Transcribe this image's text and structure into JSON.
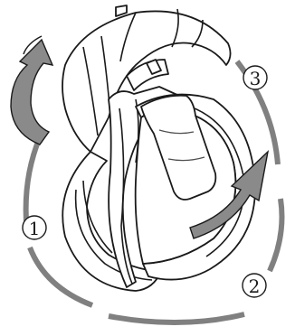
{
  "diagram": {
    "steps": [
      {
        "number": "1"
      },
      {
        "number": "2"
      },
      {
        "number": "3"
      }
    ],
    "colors": {
      "line": "#1a1a1a",
      "track": "#808080",
      "arrow_fill": "#8a8a8a",
      "band_fill": "#e6e6e6",
      "pad_fill": "#7a7a7a",
      "pad_dark": "#5e5e5e",
      "background": "#ffffff"
    }
  }
}
